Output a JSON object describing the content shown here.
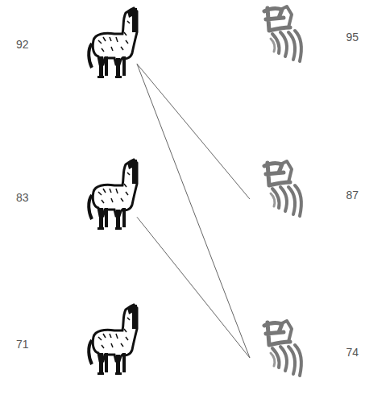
{
  "diagram": {
    "nodes": [
      {
        "text": [
          "92"
        ]
      },
      {
        "text": [
          "83"
        ]
      },
      {
        "text": [
          "71"
        ]
      },
      {
        "text": [
          "95"
        ]
      },
      {
        "text": [
          "87"
        ]
      },
      {
        "text": [
          "74"
        ]
      }
    ],
    "edges": [
      {
        "from": 0,
        "to": 4,
        "arrow": "none"
      },
      {
        "from": 0,
        "to": 5,
        "arrow": "none"
      },
      {
        "from": 1,
        "to": 5,
        "arrow": "none"
      }
    ]
  }
}
